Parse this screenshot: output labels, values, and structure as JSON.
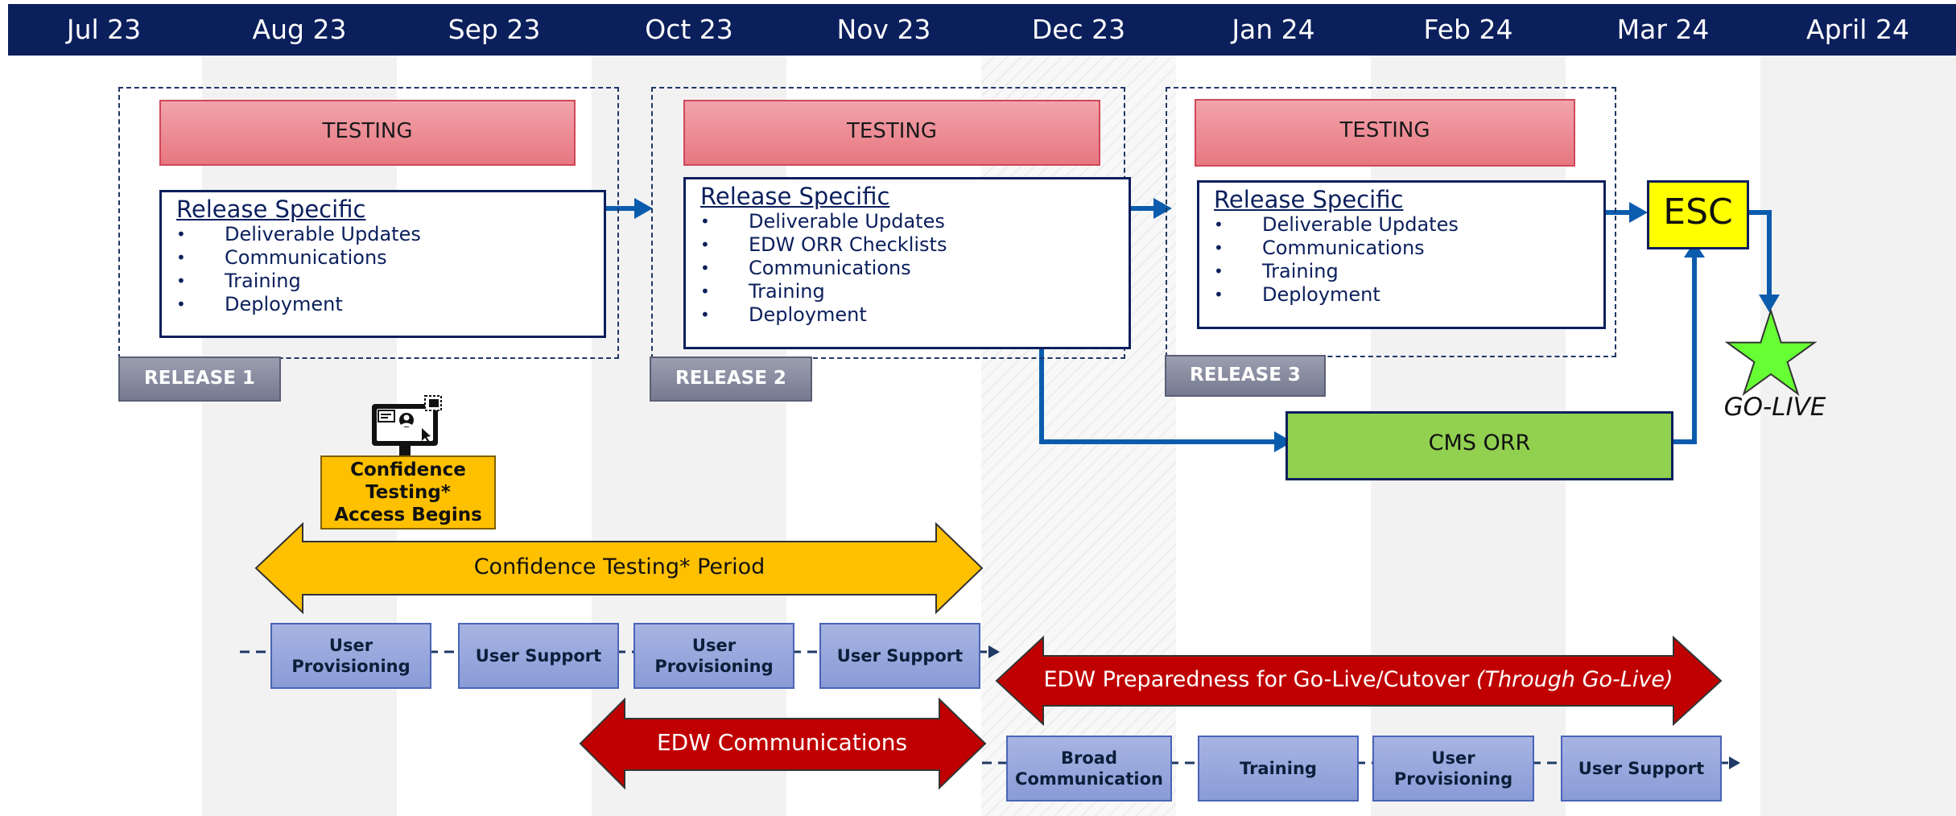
{
  "timeline": {
    "months": [
      "Jul 23",
      "Aug 23",
      "Sep 23",
      "Oct 23",
      "Nov 23",
      "Dec 23",
      "Jan 24",
      "Feb 24",
      "Mar 24",
      "April 24"
    ]
  },
  "releases": [
    {
      "testing": "TESTING",
      "heading": "Release Specific",
      "items": [
        "Deliverable Updates",
        "Communications",
        "Training",
        "Deployment"
      ],
      "tag": "RELEASE 1"
    },
    {
      "testing": "TESTING",
      "heading": "Release Specific",
      "items": [
        "Deliverable Updates",
        "EDW ORR Checklists",
        "Communications",
        "Training",
        "Deployment"
      ],
      "tag": "RELEASE 2"
    },
    {
      "testing": "TESTING",
      "heading": "Release Specific",
      "items": [
        "Deliverable Updates",
        "Communications",
        "Training",
        "Deployment"
      ],
      "tag": "RELEASE 3"
    }
  ],
  "milestones": {
    "esc": "ESC",
    "cms_orr": "CMS ORR",
    "go_live": "GO-LIVE"
  },
  "confidence": {
    "access_lines": [
      "Confidence",
      "Testing*",
      "Access Begins"
    ],
    "period": "Confidence Testing* Period"
  },
  "support_row_1": [
    [
      "User",
      "Provisioning"
    ],
    [
      "User Support"
    ],
    [
      "User",
      "Provisioning"
    ],
    [
      "User Support"
    ]
  ],
  "edw_preparedness": {
    "main": "EDW Preparedness for Go-Live/Cutover",
    "note": "(Through Go-Live)"
  },
  "edw_communications": "EDW Communications",
  "support_row_2": [
    [
      "Broad",
      "Communication"
    ],
    [
      "Training"
    ],
    [
      "User",
      "Provisioning"
    ],
    [
      "User Support"
    ]
  ],
  "colors": {
    "header": "#0b1f5c",
    "connector": "#0b5cad",
    "testing": "#e77781",
    "orange": "#ffc000",
    "red": "#c00000",
    "green_star": "#66ff33",
    "cms": "#92d050",
    "esc": "#ffff00"
  },
  "icons": [
    "computer-user-icon",
    "go-live-star-icon"
  ]
}
